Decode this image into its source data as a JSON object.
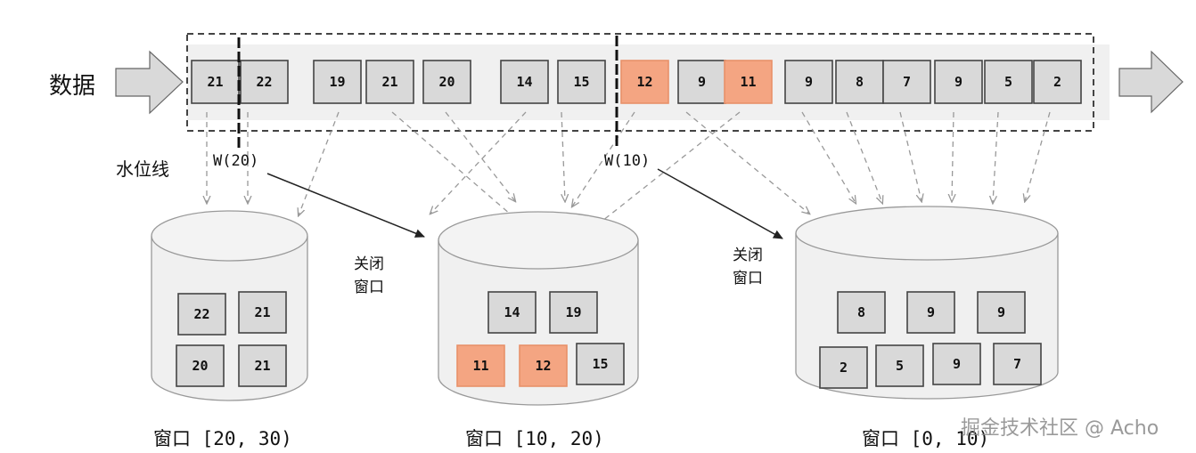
{
  "labels": {
    "data": "数据",
    "watermark_line": "水位线",
    "watermark_20": "W(20)",
    "watermark_10": "W(10)",
    "close_window_1a": "关闭",
    "close_window_1b": "窗口",
    "close_window_2a": "关闭",
    "close_window_2b": "窗口",
    "site_watermark": "掘金技术社区 @ Acho"
  },
  "colors": {
    "event_normal": "#d9d9d9",
    "event_late": "#f4a582",
    "stream_band": "#f0f0f0"
  },
  "stream": [
    {
      "value": "21",
      "late": false
    },
    {
      "value": "22",
      "late": false
    },
    {
      "value": "19",
      "late": false
    },
    {
      "value": "21",
      "late": false
    },
    {
      "value": "20",
      "late": false
    },
    {
      "value": "14",
      "late": false
    },
    {
      "value": "15",
      "late": false
    },
    {
      "value": "12",
      "late": true
    },
    {
      "value": "9",
      "late": false
    },
    {
      "value": "11",
      "late": true
    },
    {
      "value": "9",
      "late": false
    },
    {
      "value": "8",
      "late": false
    },
    {
      "value": "7",
      "late": false
    },
    {
      "value": "9",
      "late": false
    },
    {
      "value": "5",
      "late": false
    },
    {
      "value": "2",
      "late": false
    }
  ],
  "windows": [
    {
      "label": "窗口 [20, 30)",
      "events": [
        {
          "value": "22",
          "late": false
        },
        {
          "value": "21",
          "late": false
        },
        {
          "value": "20",
          "late": false
        },
        {
          "value": "21",
          "late": false
        }
      ]
    },
    {
      "label": "窗口 [10, 20)",
      "events": [
        {
          "value": "14",
          "late": false
        },
        {
          "value": "19",
          "late": false
        },
        {
          "value": "11",
          "late": true
        },
        {
          "value": "12",
          "late": true
        },
        {
          "value": "15",
          "late": false
        }
      ]
    },
    {
      "label": "窗口 [0, 10)",
      "events": [
        {
          "value": "8",
          "late": false
        },
        {
          "value": "9",
          "late": false
        },
        {
          "value": "9",
          "late": false
        },
        {
          "value": "2",
          "late": false
        },
        {
          "value": "5",
          "late": false
        },
        {
          "value": "9",
          "late": false
        },
        {
          "value": "7",
          "late": false
        }
      ]
    }
  ]
}
